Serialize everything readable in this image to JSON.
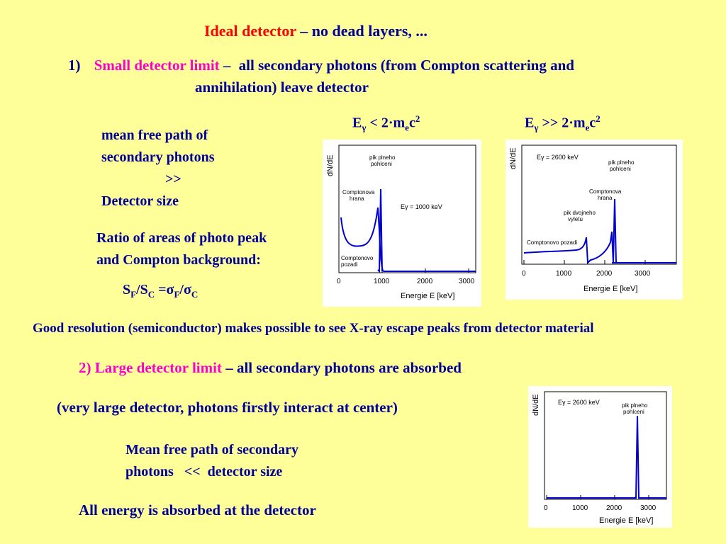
{
  "title": {
    "part1": "Ideal detector",
    "part2": " – no dead layers, ..."
  },
  "section1": {
    "number": "1)",
    "heading": "Small detector limit",
    "dash": " –",
    "text_line1": "all secondary photons (from Compton scattering and",
    "text_line2": "annihilation) leave detector"
  },
  "mfp_small": {
    "line1": "mean free path of",
    "line2": "secondary photons",
    "line3": ">>",
    "line4": "Detector size"
  },
  "ratio": {
    "line1": "Ratio of areas of photo peak",
    "line2": "and Compton background:"
  },
  "formula_sf": {
    "s1": "S",
    "sub1": "F",
    "slash": "/S",
    "sub2": "C",
    "eq": " =σ",
    "sub3": "F",
    "slash2": "/σ",
    "sub4": "C"
  },
  "condition_low": {
    "e": "E",
    "sub_g": "γ",
    "rel": " < 2·m",
    "sub_e": "e",
    "c": "c",
    "sup": "2"
  },
  "condition_high": {
    "e": "E",
    "sub_g": "γ",
    "rel": " >> 2·m",
    "sub_e": "e",
    "c": "c",
    "sup": "2"
  },
  "good_resolution": "Good resolution (semiconductor) makes possible to see X-ray escape peaks from detector material",
  "section2": {
    "number": "2)",
    "heading": "Large detector limit",
    "rest": " – all secondary photons are absorbed"
  },
  "large_detector_note": "(very large detector, photons firstly interact at center)",
  "mfp_large": {
    "line1": "Mean free path of secondary",
    "line2": "photons   <<  detector size"
  },
  "all_absorbed": "All energy is absorbed at the detector",
  "plots": [
    {
      "id": "plot1",
      "ylabel": "dN/dE",
      "xlabel": "Energie E [keV]",
      "ticks": [
        "0",
        "1000",
        "2000",
        "3000"
      ],
      "energy_label": "Eγ = 1000 keV",
      "annotations": [
        "pik plneho",
        "pohlceni",
        "Comptonova",
        "hrana",
        "Comptonovo",
        "pozadi"
      ]
    },
    {
      "id": "plot2",
      "ylabel": "dN/dE",
      "xlabel": "Energie E [keV]",
      "ticks": [
        "0",
        "1000",
        "2000",
        "3000"
      ],
      "energy_label": "Eγ = 2600 keV",
      "annotations": [
        "pik plneho",
        "pohlceni",
        "Comptonova",
        "hrana",
        "pik dvojneho",
        "vyletu",
        "Comptonovo pozadi"
      ]
    },
    {
      "id": "plot3",
      "ylabel": "dN/dE",
      "xlabel": "Energie E [keV]",
      "ticks": [
        "0",
        "1000",
        "2000",
        "3000"
      ],
      "energy_label": "Eγ = 2600 keV",
      "annotations": [
        "pik plneho",
        "pohlceni"
      ]
    }
  ],
  "colors": {
    "background": "#ffff99",
    "text": "#000099",
    "title_accent": "#ff0000",
    "heading_accent": "#ff00cc",
    "curve": "#0000cc"
  }
}
